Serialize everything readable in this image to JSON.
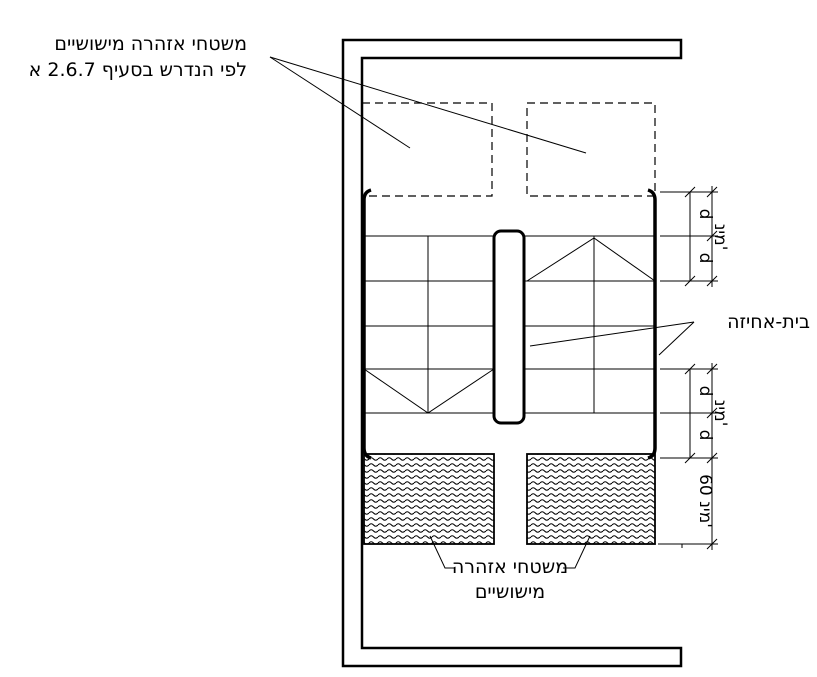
{
  "labels": {
    "warning_top_line1": "משטחי אזהרה מישושיים",
    "warning_top_line2": "לפי הנדרש בסעיף 2.6.7 א",
    "handrail": "בית-אחיזה",
    "warning_bottom_line1": "משטחי אזהרה",
    "warning_bottom_line2": "מישושיים"
  },
  "dimensions": {
    "d": "d",
    "min": "מינ'",
    "sixty_min": "60 מינ'"
  }
}
